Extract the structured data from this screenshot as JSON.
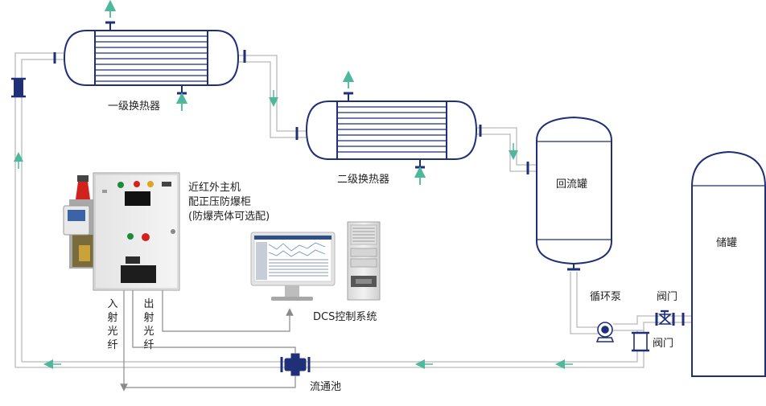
{
  "labels": {
    "hx1": "一级换热器",
    "hx2": "二级换热器",
    "reflux_tank": "回流罐",
    "storage_tank": "储罐",
    "pump": "循环泵",
    "valve_top": "阀门",
    "valve_side": "阀门",
    "flow_cell": "流通池",
    "dcs": "DCS控制系统",
    "nir_line1": "近红外主机",
    "nir_line2": "配正压防爆柜",
    "nir_line3": "(防爆壳体可选配)",
    "fiber_in": "入射光纤",
    "fiber_out": "出射光纤"
  },
  "colors": {
    "vessel_outline": "#1f2f78",
    "pipe": "#b9b9b9",
    "flow_arrow": "#4db89c",
    "fiber": "#8a8a8a"
  }
}
